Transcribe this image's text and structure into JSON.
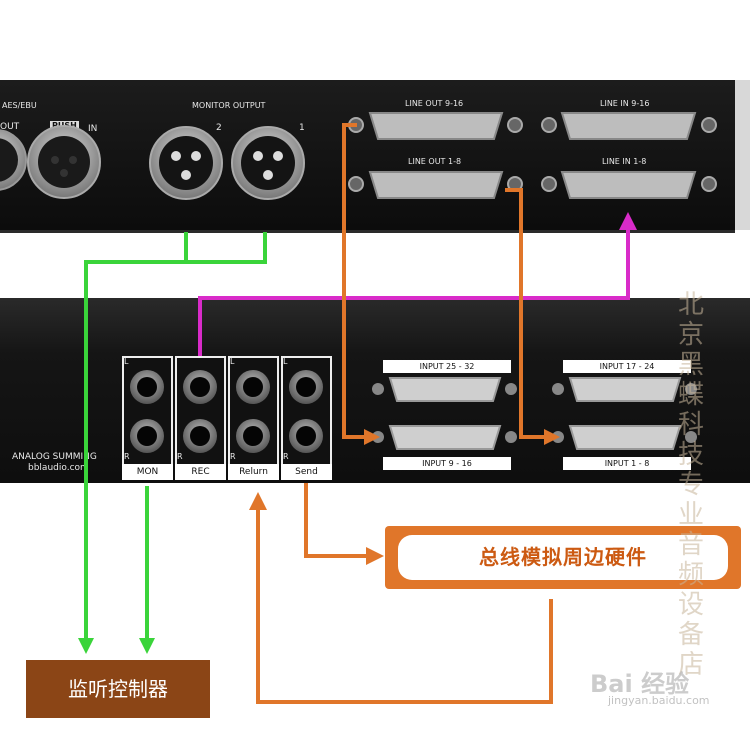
{
  "top_panel": {
    "aes_label": "AES/EBU",
    "out_fragment": "OUT",
    "push_label": "PUSH",
    "in_label": "IN",
    "monitor_output_label": "MONITOR OUTPUT",
    "monitor_ch2": "2",
    "monitor_ch1": "1",
    "line_out_9_16": "LINE OUT 9-16",
    "line_in_9_16": "LINE IN 9-16",
    "line_out_1_8": "LINE OUT 1-8",
    "line_in_1_8": "LINE IN 1-8"
  },
  "bottom_panel": {
    "brand_line1": "ANALOG SUMMING",
    "brand_line2": "bblaudio.com",
    "channel_l": "L",
    "channel_r": "R",
    "jacks": [
      "MON",
      "REC",
      "Relurn",
      "Send"
    ],
    "input_25_32": "INPUT  25 - 32",
    "input_17_24": "INPUT  17 - 24",
    "input_9_16": "INPUT  9  -  16",
    "input_1_8": "INPUT  1 - 8"
  },
  "boxes": {
    "peripheral": "总线模拟周边硬件",
    "monitor": "监听控制器"
  },
  "watermark": {
    "vertical": "北京黑蝶科技 专业音频设备店",
    "logo": "Bai 经验",
    "url": "jingyan.baidu.com"
  },
  "colors": {
    "orange": "#e0762a",
    "green": "#3ad43a",
    "magenta": "#d92bc9",
    "dark_brown": "#8b4516"
  }
}
